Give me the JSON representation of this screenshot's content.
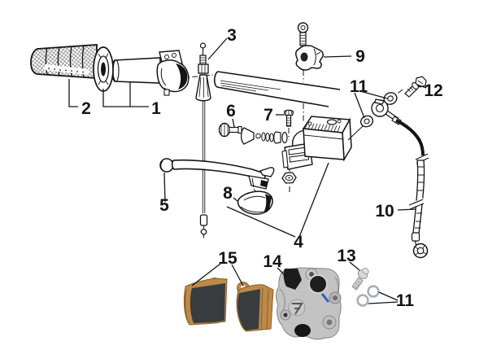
{
  "diagram": {
    "type": "exploded-parts-diagram",
    "callouts": [
      {
        "number": "1"
      },
      {
        "number": "2"
      },
      {
        "number": "3"
      },
      {
        "number": "4"
      },
      {
        "number": "5"
      },
      {
        "number": "6"
      },
      {
        "number": "7"
      },
      {
        "number": "8"
      },
      {
        "number": "9"
      },
      {
        "number": "10"
      },
      {
        "number": "11"
      },
      {
        "number": "12"
      },
      {
        "number": "11"
      },
      {
        "number": "13"
      },
      {
        "number": "14"
      },
      {
        "number": "15"
      }
    ]
  },
  "colors": {
    "line": "#141414",
    "paper": "#ffffff",
    "pad-gold": "#bd8a4a",
    "pad-gold-dark": "#8a5f28",
    "friction": "#393c3e",
    "caliper-silver": "#c3c3c3",
    "caliper-black": "#1c1c1c",
    "accent-blue": "#2b5cc8",
    "ring-gray": "#a9b0b5"
  }
}
